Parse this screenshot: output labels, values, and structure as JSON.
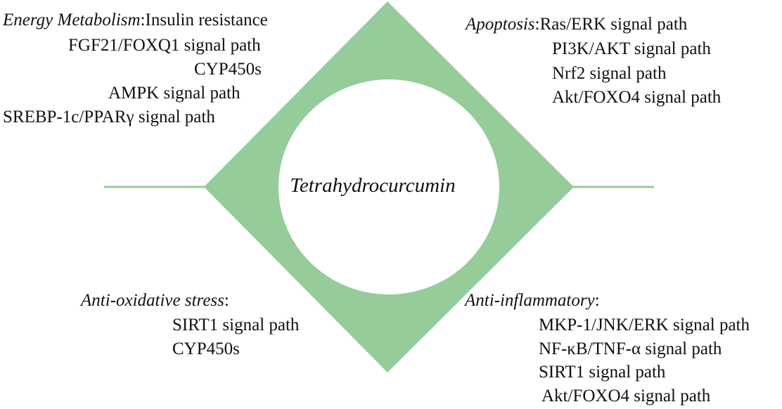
{
  "center_label": "Tetrahydrocurcumin",
  "colors": {
    "diamond": "#95cc9a",
    "lines": "#95cc9a",
    "circle": "#ffffff",
    "text": "#111111"
  },
  "energy": {
    "heading": "Energy Metabolism",
    "first": "Insulin resistance",
    "items": [
      "FGF21/FOXQ1 signal path",
      "CYP450s",
      "AMPK signal path",
      "SREBP-1c/PPARγ signal path"
    ]
  },
  "apoptosis": {
    "heading": "Apoptosis",
    "first": "Ras/ERK signal path",
    "items": [
      "PI3K/AKT signal path",
      "Nrf2 signal path",
      "Akt/FOXO4 signal path"
    ]
  },
  "antioxidative": {
    "heading": "Anti-oxidative stress",
    "items": [
      "SIRT1 signal path",
      "CYP450s"
    ]
  },
  "antiinflammatory": {
    "heading": "Anti-inflammatory",
    "items": [
      "MKP-1/JNK/ERK signal path",
      "NF-κB/TNF-α signal path",
      "SIRT1 signal path",
      "Akt/FOXO4 signal path"
    ]
  }
}
